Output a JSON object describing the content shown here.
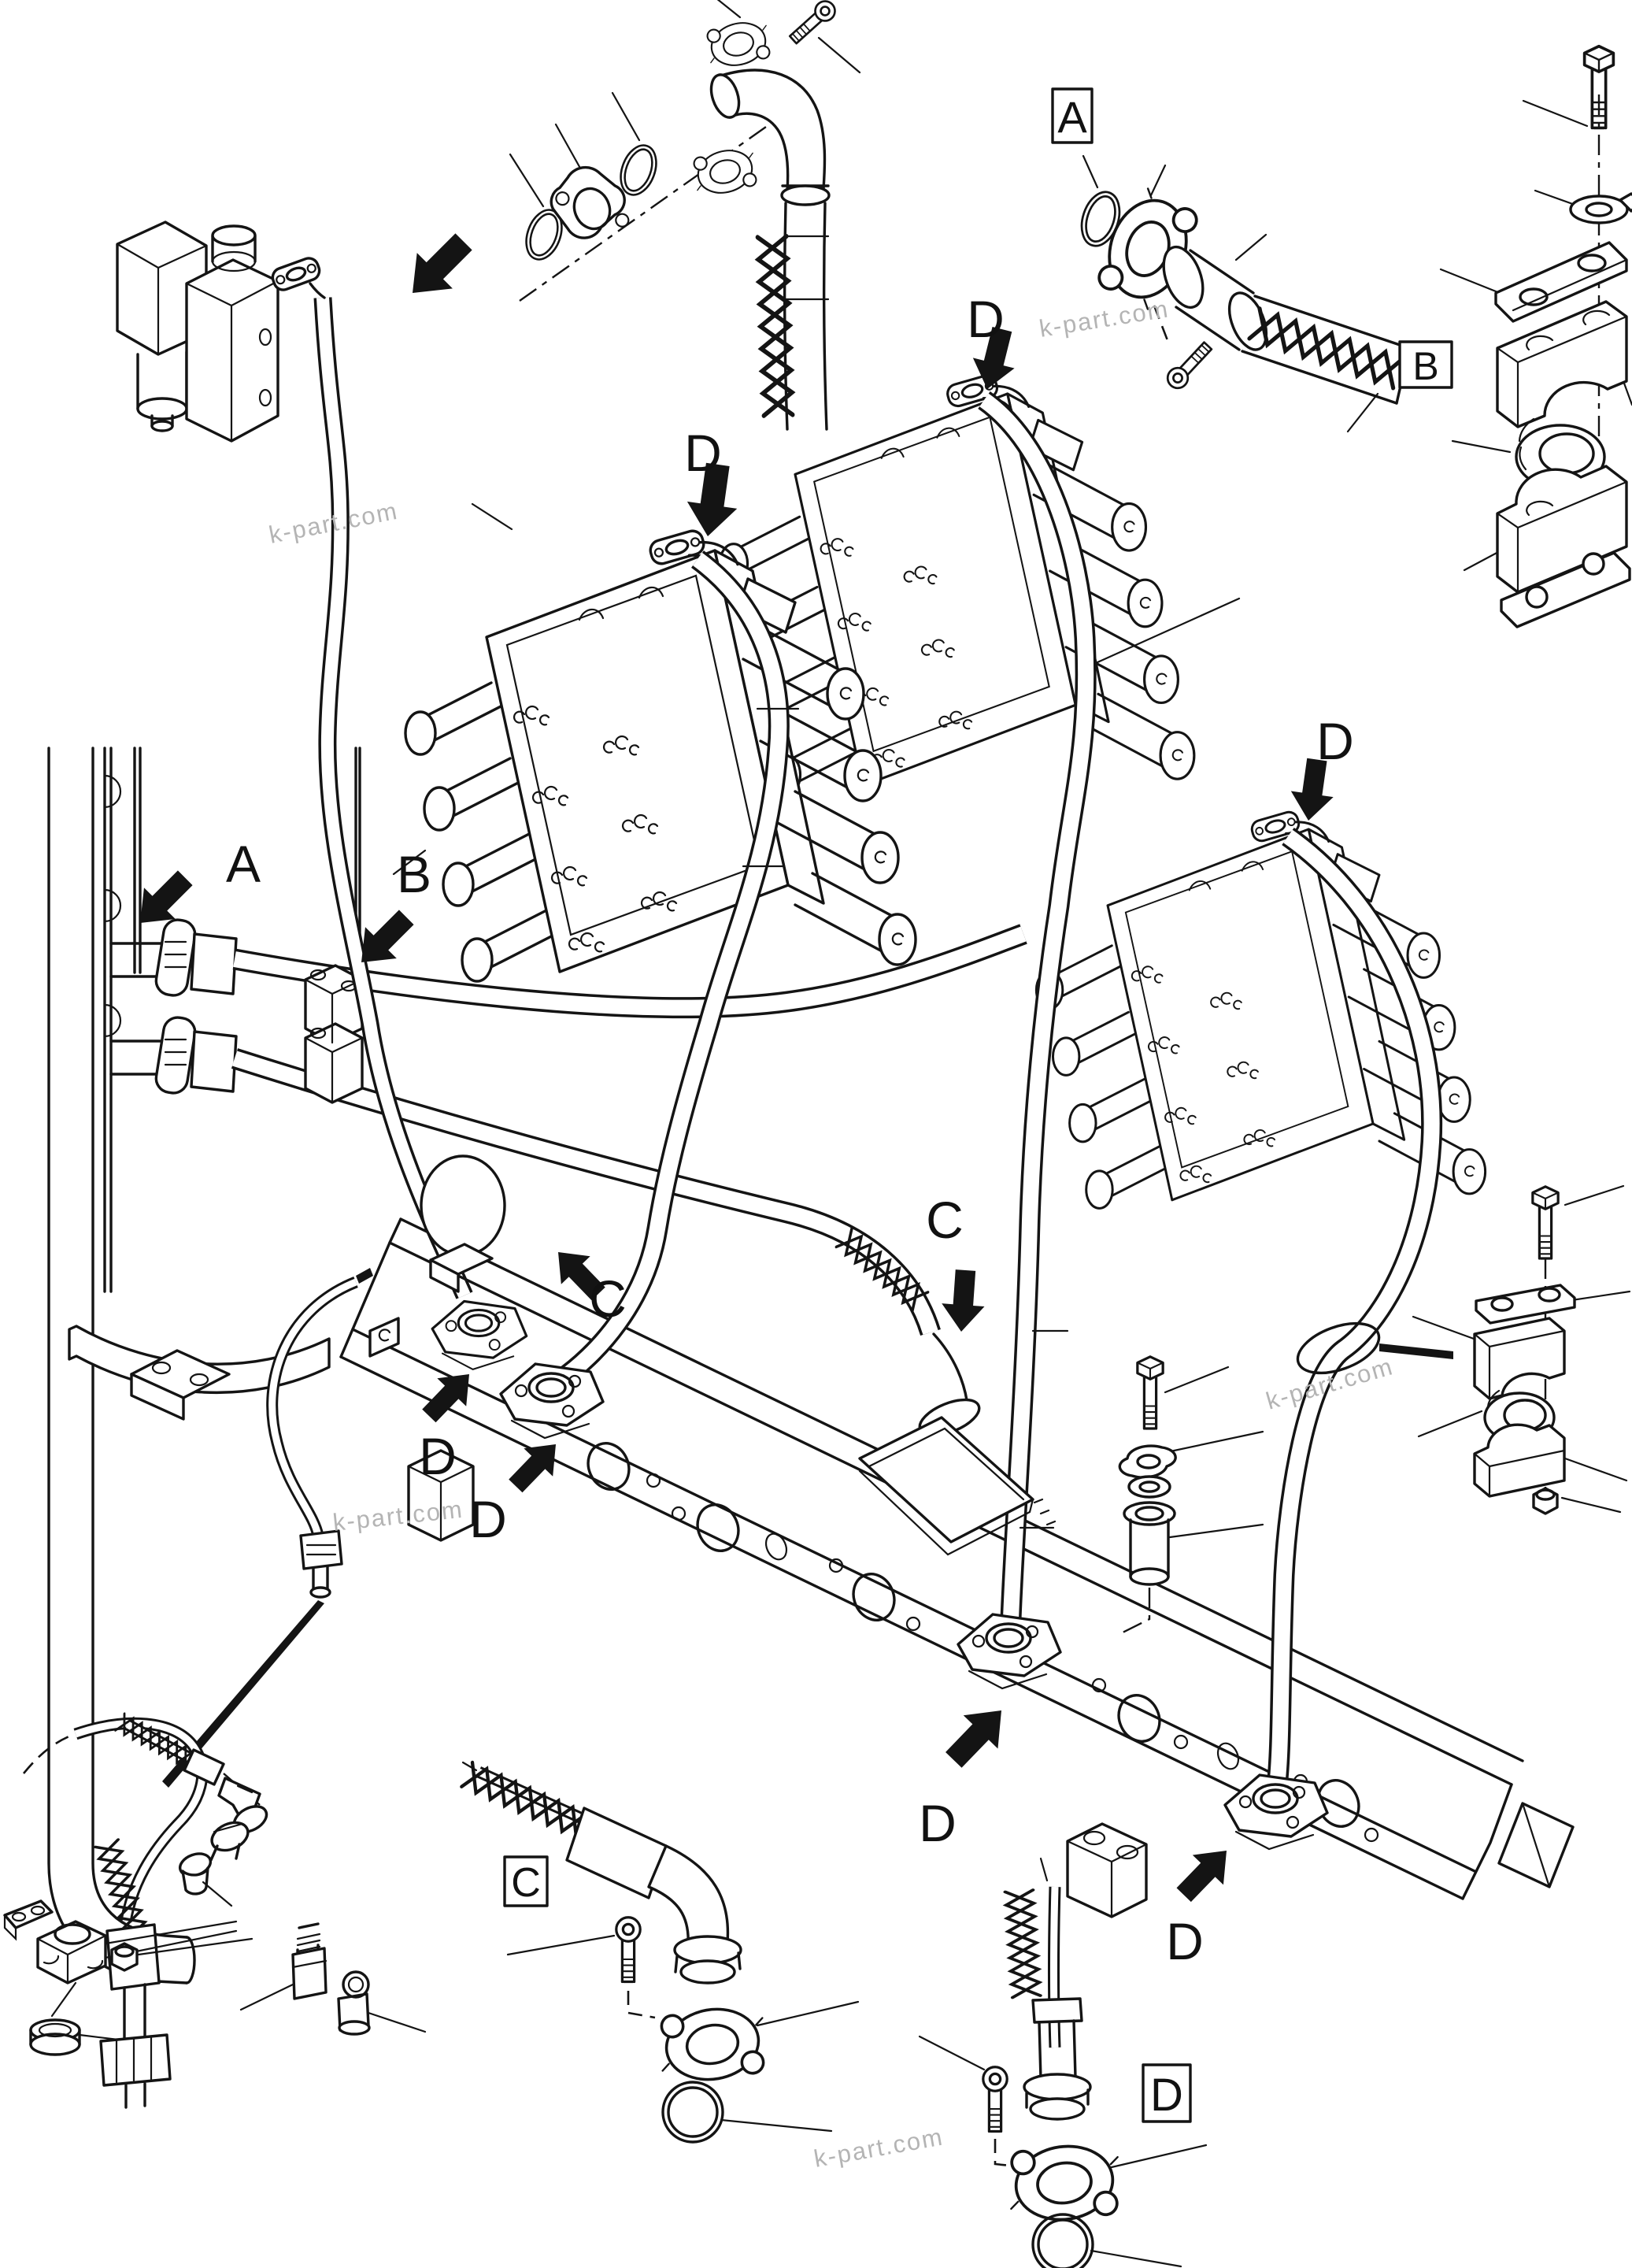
{
  "diagram": {
    "type": "exploded-parts-diagram",
    "watermark": "k-part.com",
    "boxed_labels": {
      "a": "A",
      "b": "B",
      "c": "C",
      "d": "D"
    },
    "arrow_labels": {
      "a": "A",
      "b": "B",
      "c1": "C",
      "c2": "C",
      "d1": "D",
      "d2": "D",
      "d3": "D",
      "d4": "D",
      "d5": "D",
      "d6": "D",
      "d7": "D"
    }
  }
}
